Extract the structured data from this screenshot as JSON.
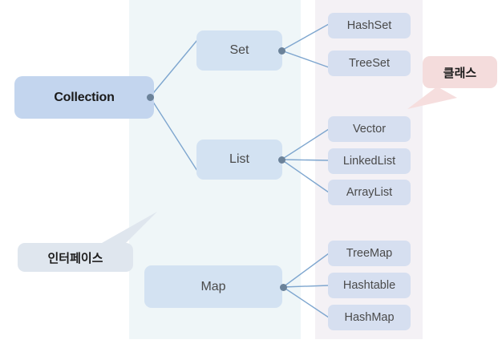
{
  "diagram": {
    "title": "Java Collection Framework hierarchy",
    "background": "#ffffff",
    "panels": [
      {
        "name": "interface-panel",
        "color": "#eff6f8",
        "label_ref": "인터페이스"
      },
      {
        "name": "class-panel",
        "color": "#f4f1f5",
        "label_ref": "클래스"
      }
    ],
    "colors": {
      "root_box": "#c3d5ee",
      "interface_box": "#d3e2f2",
      "leaf_box": "#d6dff0",
      "class_callout": "#f4dcdc",
      "interface_callout": "#dfe6ee",
      "connector": "#7ea6cf",
      "connector_dot": "#6b8299",
      "text": "#4a4a4a"
    }
  },
  "nodes": {
    "root": {
      "label": "Collection"
    },
    "interfaces": [
      {
        "label": "Set"
      },
      {
        "label": "List"
      },
      {
        "label": "Map"
      }
    ],
    "set_children": [
      {
        "label": "HashSet"
      },
      {
        "label": "TreeSet"
      }
    ],
    "list_children": [
      {
        "label": "Vector"
      },
      {
        "label": "LinkedList"
      },
      {
        "label": "ArrayList"
      }
    ],
    "map_children": [
      {
        "label": "TreeMap"
      },
      {
        "label": "Hashtable"
      },
      {
        "label": "HashMap"
      }
    ]
  },
  "callouts": {
    "class": {
      "label": "클래스"
    },
    "interface": {
      "label": "인터페이스"
    }
  }
}
